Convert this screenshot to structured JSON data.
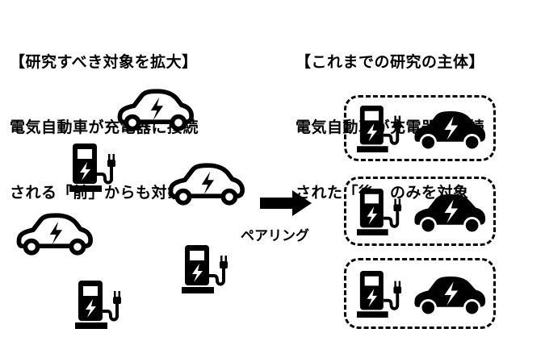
{
  "left": {
    "heading": "【研究すべき対象を拡大】",
    "line1": "電気自動車が充電器に接続",
    "line2": "される「前」からも対象"
  },
  "right": {
    "heading": "【これまでの研究の主体】",
    "line1": "電気自動車が充電器に接続",
    "line2": "された「後」のみを対象"
  },
  "arrow": {
    "label": "ペアリング"
  }
}
